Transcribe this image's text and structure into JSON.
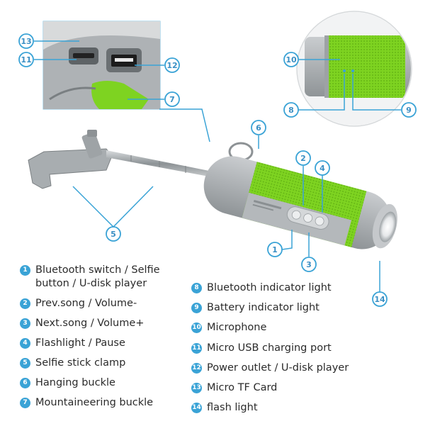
{
  "callout_color": "#3aa3d6",
  "body_green": "#7ed321",
  "body_gray": "#9aa0a3",
  "legend_left": [
    {
      "num": "1",
      "text": "Bluetooth switch / Selfie button / U-disk player"
    },
    {
      "num": "2",
      "text": "Prev.song / Volume-"
    },
    {
      "num": "3",
      "text": "Next.song / Volume+"
    },
    {
      "num": "4",
      "text": "Flashlight / Pause"
    },
    {
      "num": "5",
      "text": "Selfie stick clamp"
    },
    {
      "num": "6",
      "text": "Hanging buckle"
    },
    {
      "num": "7",
      "text": "Mountaineering buckle"
    }
  ],
  "legend_right": [
    {
      "num": "8",
      "text": "Bluetooth indicator light"
    },
    {
      "num": "9",
      "text": "Battery indicator light"
    },
    {
      "num": "10",
      "text": "Microphone"
    },
    {
      "num": "11",
      "text": "Micro USB charging port"
    },
    {
      "num": "12",
      "text": "Power outlet / U-disk player"
    },
    {
      "num": "13",
      "text": "Micro TF Card"
    },
    {
      "num": "14",
      "text": "flash light"
    }
  ],
  "callouts": [
    "1",
    "2",
    "3",
    "4",
    "5",
    "6",
    "7",
    "8",
    "9",
    "10",
    "11",
    "12",
    "13",
    "14"
  ]
}
